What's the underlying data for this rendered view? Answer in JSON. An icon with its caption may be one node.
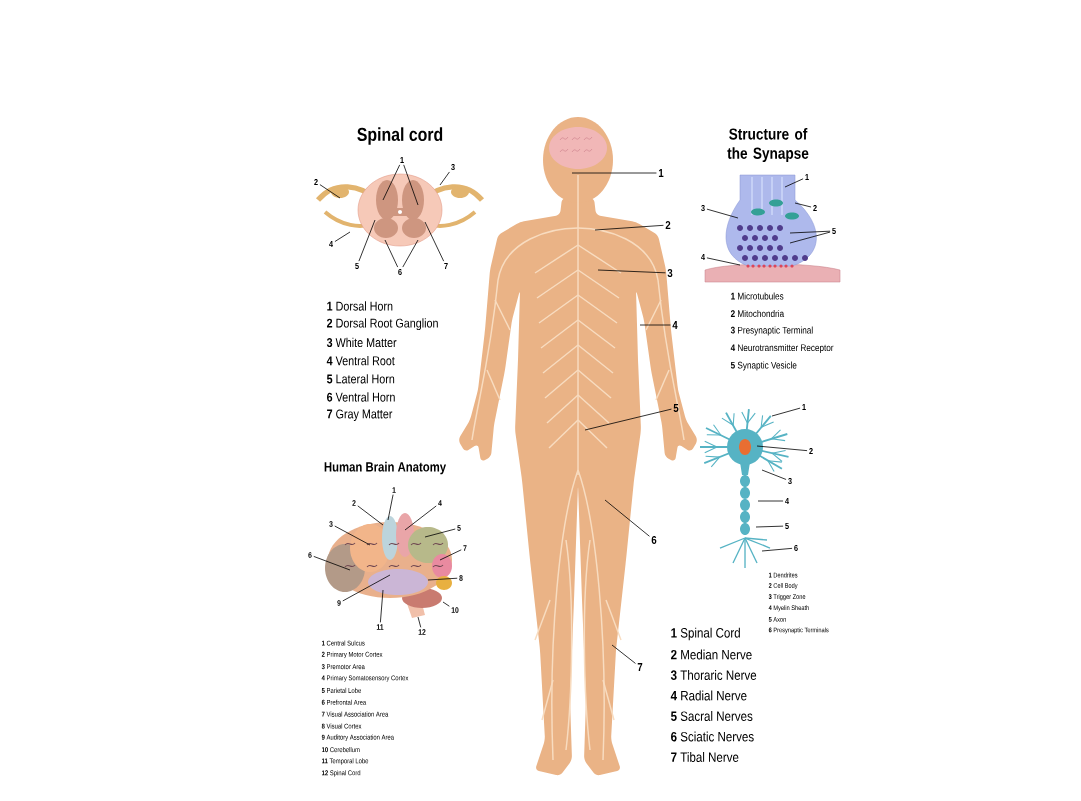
{
  "diagram": {
    "nodes": [
      {
        "text": [
          "1"
        ]
      },
      {
        "text": [
          "2"
        ]
      },
      {
        "text": [
          "3"
        ]
      },
      {
        "text": [
          "4"
        ]
      },
      {
        "text": [
          "5"
        ]
      },
      {
        "text": [
          "6"
        ]
      },
      {
        "text": [
          "7"
        ]
      },
      {
        "text": [
          "1"
        ]
      },
      {
        "text": [
          "2"
        ]
      },
      {
        "text": [
          "3"
        ]
      },
      {
        "text": [
          "4"
        ]
      },
      {
        "text": [
          "5"
        ]
      },
      {
        "text": [
          "6"
        ]
      },
      {
        "text": [
          "7"
        ]
      },
      {
        "text": [
          "1"
        ]
      },
      {
        "text": [
          "2"
        ]
      },
      {
        "text": [
          "3"
        ]
      },
      {
        "text": [
          "4"
        ]
      },
      {
        "text": [
          "5"
        ]
      },
      {
        "text": [
          "1"
        ]
      },
      {
        "text": [
          "2"
        ]
      },
      {
        "text": [
          "3"
        ]
      },
      {
        "text": [
          "4"
        ]
      },
      {
        "text": [
          "5"
        ]
      },
      {
        "text": [
          "6"
        ]
      },
      {
        "text": [
          "7"
        ]
      },
      {
        "text": [
          "8"
        ]
      },
      {
        "text": [
          "9"
        ]
      },
      {
        "text": [
          "10"
        ]
      },
      {
        "text": [
          "11"
        ]
      },
      {
        "text": [
          "12"
        ]
      },
      {
        "text": [
          "1"
        ]
      },
      {
        "text": [
          "2"
        ]
      },
      {
        "text": [
          "3"
        ]
      },
      {
        "text": [
          "4"
        ]
      },
      {
        "text": [
          "5"
        ]
      },
      {
        "text": [
          "6"
        ]
      }
    ],
    "edges": [
      {
        "from": 0,
        "to": null,
        "arrow": "none"
      },
      {
        "from": 0,
        "to": null,
        "arrow": "none"
      },
      {
        "from": 1,
        "to": null,
        "arrow": "none"
      },
      {
        "from": 2,
        "to": null,
        "arrow": "none"
      },
      {
        "from": 3,
        "to": null,
        "arrow": "none"
      },
      {
        "from": 4,
        "to": null,
        "arrow": "none"
      },
      {
        "from": 5,
        "to": null,
        "arrow": "none"
      },
      {
        "from": 5,
        "to": null,
        "arrow": "none"
      },
      {
        "from": 6,
        "to": null,
        "arrow": "none"
      },
      {
        "from": 7,
        "to": null,
        "arrow": "none"
      },
      {
        "from": 8,
        "to": null,
        "arrow": "none"
      },
      {
        "from": 9,
        "to": null,
        "arrow": "none"
      },
      {
        "from": 10,
        "to": null,
        "arrow": "none"
      },
      {
        "from": 11,
        "to": null,
        "arrow": "none"
      },
      {
        "from": 12,
        "to": null,
        "arrow": "none"
      },
      {
        "from": 13,
        "to": null,
        "arrow": "none"
      },
      {
        "from": 14,
        "to": null,
        "arrow": "none"
      },
      {
        "from": 15,
        "to": null,
        "arrow": "none"
      },
      {
        "from": 16,
        "to": null,
        "arrow": "none"
      },
      {
        "from": 17,
        "to": null,
        "arrow": "none"
      },
      {
        "from": 18,
        "to": null,
        "arrow": "none"
      },
      {
        "from": 18,
        "to": null,
        "arrow": "none"
      },
      {
        "from": 19,
        "to": null,
        "arrow": "none"
      },
      {
        "from": 20,
        "to": null,
        "arrow": "none"
      },
      {
        "from": 21,
        "to": null,
        "arrow": "none"
      },
      {
        "from": 22,
        "to": null,
        "arrow": "none"
      },
      {
        "from": 23,
        "to": null,
        "arrow": "none"
      },
      {
        "from": 24,
        "to": null,
        "arrow": "none"
      },
      {
        "from": 25,
        "to": null,
        "arrow": "none"
      },
      {
        "from": 26,
        "to": null,
        "arrow": "none"
      },
      {
        "from": 27,
        "to": null,
        "arrow": "none"
      },
      {
        "from": 28,
        "to": null,
        "arrow": "none"
      },
      {
        "from": 29,
        "to": null,
        "arrow": "none"
      },
      {
        "from": 30,
        "to": null,
        "arrow": "none"
      },
      {
        "from": 31,
        "to": null,
        "arrow": "none"
      },
      {
        "from": 32,
        "to": null,
        "arrow": "none"
      },
      {
        "from": 33,
        "to": null,
        "arrow": "none"
      },
      {
        "from": 34,
        "to": null,
        "arrow": "none"
      },
      {
        "from": 35,
        "to": null,
        "arrow": "none"
      },
      {
        "from": 36,
        "to": null,
        "arrow": "none"
      }
    ],
    "labels": [
      "Spinal cord",
      "**1** Dorsal Horn",
      "**2** Dorsal Root Ganglion",
      "**3** White Matter",
      "**4** Ventral Root",
      "**5** Lateral Horn",
      "**6** Ventral Horn",
      "**7** Gray Matter",
      "Structure of the Synapse",
      "**1** Microtubules",
      "**2** Mitochondria",
      "**3** Presynaptic Terminal",
      "**4** Neurotransmitter Receptor",
      "**5** Synaptic Vesicle",
      "Human Brain Anatomy",
      "**1** Central Sulcus",
      "**2** Primary Motor Cortex",
      "**3** Premotor Area",
      "**4** Primary Somatosensory Cortex",
      "**5** Parietal Lobe",
      "**6** Prefrontal Area",
      "**7** Visual Association Area",
      "**8** Visual Cortex",
      "**9** Auditory Association Area",
      "**10** Cerebellum",
      "**11** Temporal Lobe",
      "**12** Spinal Cord",
      "**1** Dendrites",
      "**2** Cell Body",
      "**3** Trigger Zone",
      "**4** Myelin Sheath",
      "**5** Axon",
      "**6** Presynaptic Terminals",
      "**1** Spinal Cord",
      "**2** Median Nerve",
      "**3** Thoraric Nerve",
      "**4** Radial Nerve",
      "**5** Sacral Nerves",
      "**6** Sciatic Nerves",
      "**7** Tibal Nerve"
    ]
  }
}
